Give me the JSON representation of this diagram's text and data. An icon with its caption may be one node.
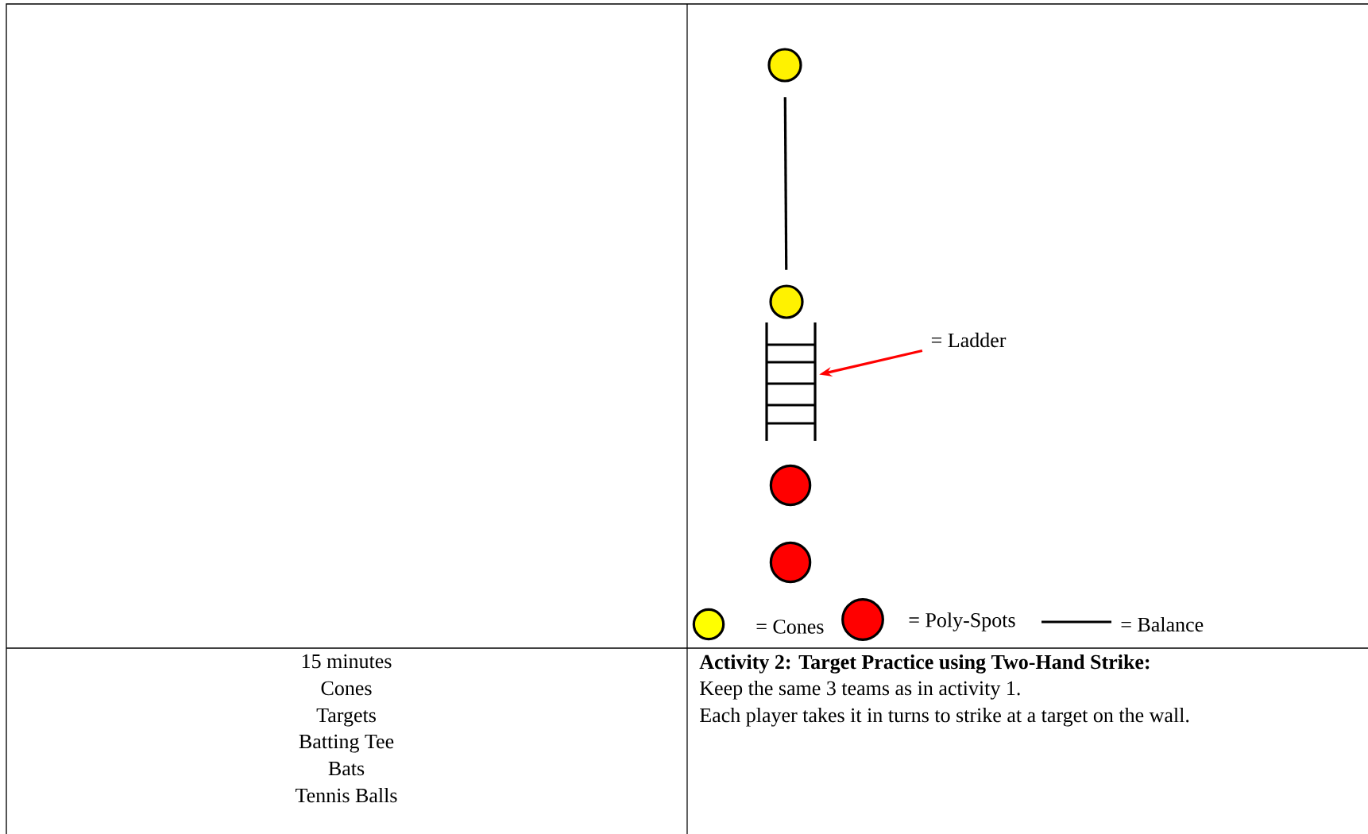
{
  "diagram": {
    "nodes": [
      {
        "text": [],
        "shape": "circle"
      },
      {
        "text": [],
        "shape": "circle"
      },
      {
        "text": [],
        "shape": "picture"
      },
      {
        "text": [
          "= Ladder"
        ]
      },
      {
        "text": [],
        "shape": "circle"
      },
      {
        "text": [],
        "shape": "circle"
      }
    ],
    "edges": [
      {
        "from": 0,
        "to": 1,
        "arrow": "none"
      },
      {
        "from": 3,
        "to": 2,
        "arrow": "to",
        "color": "#ff0000"
      }
    ],
    "labels": [
      "15 minutes",
      "Cones",
      "Targets",
      "Batting Tee",
      "Bats",
      "Tennis Balls",
      "Activity 2: Target Practice using Two-Hand Strike:",
      "Keep the same 3 teams as in activity 1.",
      "Each player takes it in turns to strike at a target on the wall."
    ],
    "legend": [
      {
        "text": "= Cones",
        "color": "#ffff00"
      },
      {
        "text": "= Poly-Spots",
        "color": "#ff0000"
      },
      {
        "text": "= Balance"
      }
    ]
  }
}
